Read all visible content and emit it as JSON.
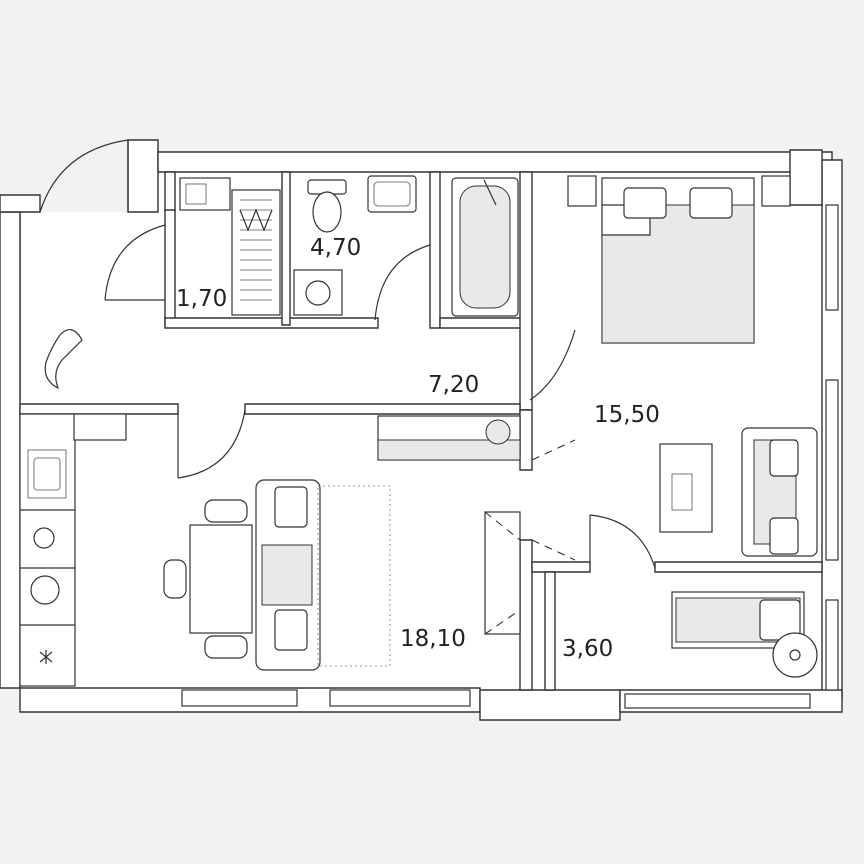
{
  "floorplan": {
    "background": "#f2f2f2",
    "rooms": {
      "pantry": {
        "area": "1,70"
      },
      "bathroom": {
        "area": "4,70"
      },
      "hallway": {
        "area": "7,20"
      },
      "bedroom": {
        "area": "15,50"
      },
      "living": {
        "area": "18,10"
      },
      "balcony": {
        "area": "3,60"
      }
    }
  }
}
